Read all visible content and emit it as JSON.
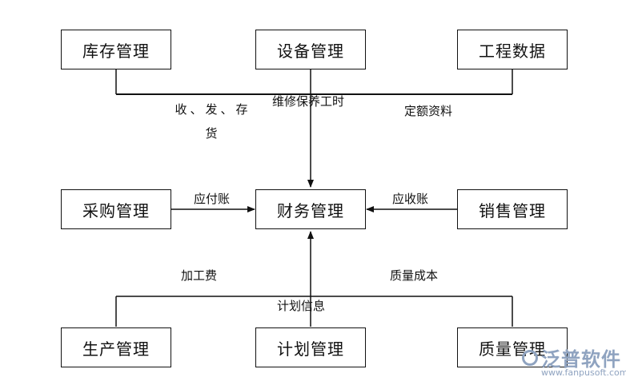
{
  "nodes": {
    "inventory": "库存管理",
    "equipment": "设备管理",
    "engineering": "工程数据",
    "purchasing": "采购管理",
    "finance": "财务管理",
    "sales": "销售管理",
    "production": "生产管理",
    "planning": "计划管理",
    "quality": "质量管理"
  },
  "edge_labels": {
    "receive_ship_store": "收、发、存货",
    "maintenance_hours": "维修保养工时",
    "quota_data": "定额资料",
    "payables": "应付账",
    "receivables": "应收账",
    "processing_fee": "加工费",
    "plan_info": "计划信息",
    "quality_cost": "质量成本"
  },
  "watermark": {
    "title": "泛普软件",
    "url": "www.fanpusoft.com",
    "color": "#8fa3c0"
  }
}
